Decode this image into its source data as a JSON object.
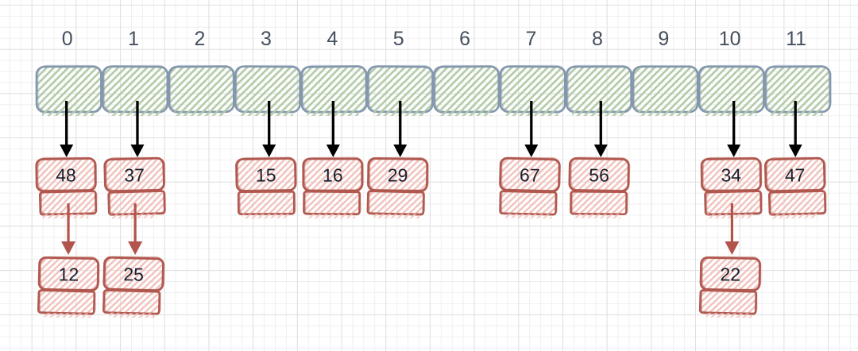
{
  "diagram": {
    "type": "hash-table-separate-chaining",
    "bucket_count": 12,
    "buckets": [
      {
        "index": "0",
        "chain": [
          "48",
          "12"
        ]
      },
      {
        "index": "1",
        "chain": [
          "37",
          "25"
        ]
      },
      {
        "index": "2",
        "chain": []
      },
      {
        "index": "3",
        "chain": [
          "15"
        ]
      },
      {
        "index": "4",
        "chain": [
          "16"
        ]
      },
      {
        "index": "5",
        "chain": [
          "29"
        ]
      },
      {
        "index": "6",
        "chain": []
      },
      {
        "index": "7",
        "chain": [
          "67"
        ]
      },
      {
        "index": "8",
        "chain": [
          "56"
        ]
      },
      {
        "index": "9",
        "chain": []
      },
      {
        "index": "10",
        "chain": [
          "34",
          "22"
        ]
      },
      {
        "index": "11",
        "chain": [
          "47"
        ]
      }
    ],
    "colors": {
      "background": "#ffffff",
      "grid_minor": "#f0f0f2",
      "grid_major": "#dfe0e3",
      "cell_hatch": "#b2cba8",
      "cell_border": "#8497ad",
      "node_hatch": "#f2c0ba",
      "node_border": "#b1584f",
      "arrow_black": "#000000",
      "arrow_red": "#b2544b",
      "index_text": "#454f5e",
      "value_text": "#191f2b"
    }
  }
}
